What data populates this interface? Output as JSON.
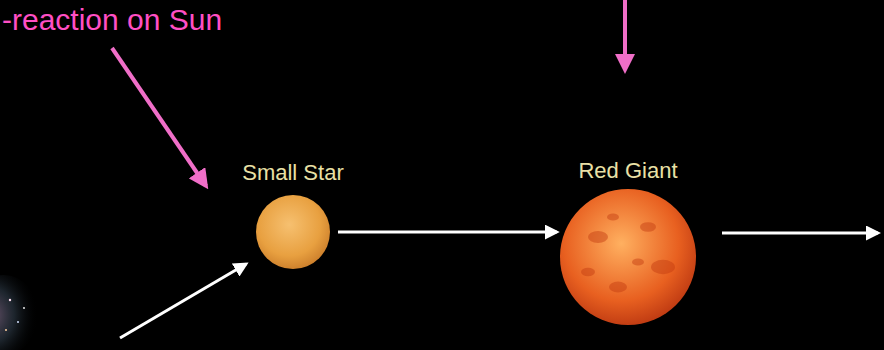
{
  "diagram": {
    "nodes": [
      {
        "text": [
          "Small Star"
        ]
      },
      {
        "text": [
          "Red Giant"
        ]
      }
    ],
    "edges": [
      {
        "from": 0,
        "to": 1,
        "arrow": "to"
      }
    ],
    "labels": [
      "-reaction on Sun"
    ]
  }
}
